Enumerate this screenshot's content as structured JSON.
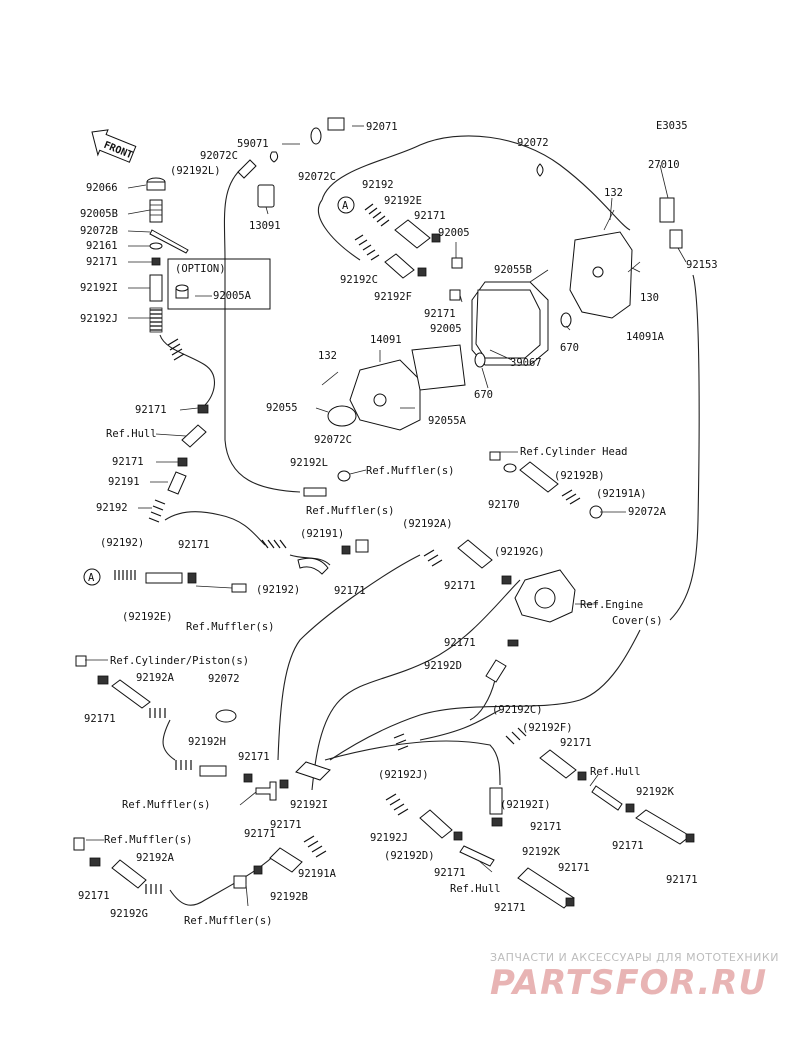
{
  "diagram_code": "E3035",
  "front_label": "FRONT",
  "option_label": "(OPTION)",
  "callout": "A",
  "labels": {
    "p59071": "59071",
    "p92071": "92071",
    "p92072C_a": "92072C",
    "p92192L_a": "(92192L)",
    "p92072C_b": "92072C",
    "p92072_top": "92072",
    "p27010": "27010",
    "p92066": "92066",
    "p92005B": "92005B",
    "p92072B": "92072B",
    "p92161": "92161",
    "p92171_l1": "92171",
    "p92192I_l": "92192I",
    "p92192J_l": "92192J",
    "p92005A": "92005A",
    "p13091": "13091",
    "p92192_top": "92192",
    "p92192E": "92192E",
    "p92171_t1": "92171",
    "p92005_a": "92005",
    "p132_a": "132",
    "p92192C_a": "92192C",
    "p92192F": "92192F",
    "p92055B": "92055B",
    "p92153": "92153",
    "p92171_t2": "92171",
    "p92005_b": "92005",
    "p130": "130",
    "p670_a": "670",
    "p14091A": "14091A",
    "p132_b": "132",
    "p14091": "14091",
    "p39067": "39067",
    "p670_b": "670",
    "p92055": "92055",
    "p92055A": "92055A",
    "p92171_m1": "92171",
    "refhull_1": "Ref.Hull",
    "p92072C_c": "92072C",
    "p92171_m2": "92171",
    "p92192L_b": "92192L",
    "refmuffler_1": "Ref.Muffler(s)",
    "refcylhead": "Ref.Cylinder Head",
    "p92191": "92191",
    "p92192B_p": "(92192B)",
    "p92170": "92170",
    "p92192_m": "92192",
    "refmuffler_2": "Ref.Muffler(s)",
    "p92191A_p": "(92191A)",
    "p92072A": "92072A",
    "p92192_p": "(92192)",
    "p92171_m3": "92171",
    "p92191_p": "(92191)",
    "p92192A_p": "(92192A)",
    "p92192G_p": "(92192G)",
    "p92192_p2": "(92192)",
    "p92171_m4": "92171",
    "p92192E_p": "(92192E)",
    "refmuffler_3": "Ref.Muffler(s)",
    "p92171_m5": "92171",
    "refengine_1": "Ref.Engine",
    "refengine_2": "Cover(s)",
    "p92171_m6": "92171",
    "refcylpiston": "Ref.Cylinder/Piston(s)",
    "p92192D": "92192D",
    "p92192A_b": "92192A",
    "p92072_b": "92072",
    "p92171_b1": "92171",
    "p92192C_p": "(92192C)",
    "p92192F_p": "(92192F)",
    "p92192H": "92192H",
    "p92171_b2": "92171",
    "p92171_b3": "92171",
    "refhull_2": "Ref.Hull",
    "p92192J_p": "(92192J)",
    "p92192K_a": "92192K",
    "refmuffler_4": "Ref.Muffler(s)",
    "p92171_b4": "92171",
    "p92192I_b": "92192I",
    "p92192I_p": "(92192I)",
    "p92171_b5": "92171",
    "p92171_b6": "92171",
    "p92171_b7": "92171",
    "p92192J_b": "92192J",
    "refmuffler_5": "Ref.Muffler(s)",
    "p92191A": "92191A",
    "p92192D_p": "(92192D)",
    "p92192K_b": "92192K",
    "p92171_b8": "92171",
    "p92171_b9": "92171",
    "p92192A_c": "92192A",
    "p92171_b10": "92171",
    "p92192B": "92192B",
    "refhull_3": "Ref.Hull",
    "p92171_b11": "92171",
    "p92192G": "92192G",
    "refmuffler_6": "Ref.Muffler(s)",
    "p92171_b12": "92171"
  },
  "watermark": {
    "line1": "ЗАПЧАСТИ И АКСЕССУАРЫ ДЛЯ МОТОТЕХНИКИ",
    "line2": "PARTSFOR.RU"
  }
}
